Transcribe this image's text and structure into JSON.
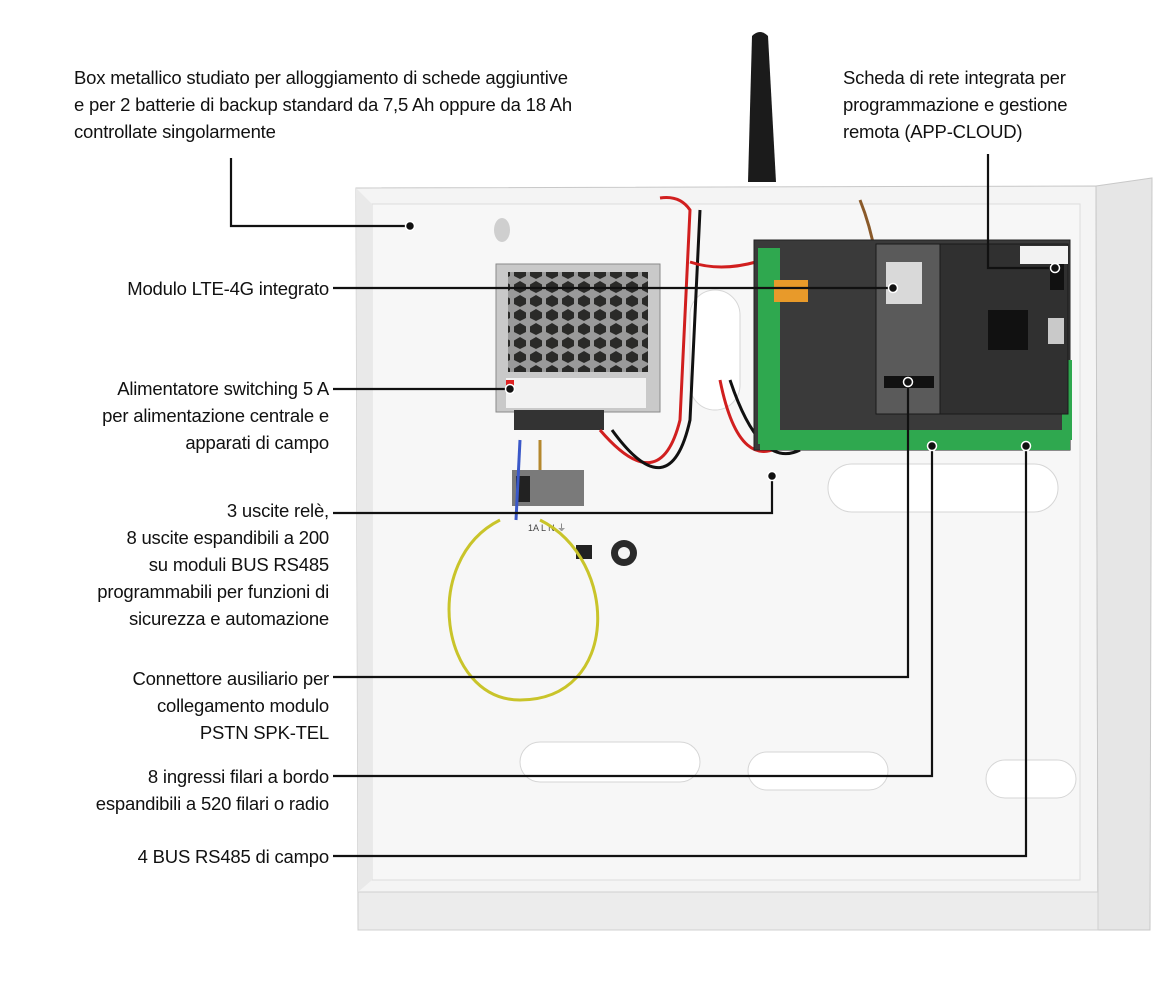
{
  "callouts": {
    "box": "Box metallico studiato per alloggiamento di schede aggiuntive\ne per 2 batterie di backup standard da 7,5 Ah oppure da 18 Ah\ncontrollate singolarmente",
    "network": "Scheda di rete integrata per\nprogrammazione e gestione\nremota (APP-CLOUD)",
    "lte": "Modulo LTE-4G integrato",
    "psu": "Alimentatore switching 5 A\nper alimentazione centrale e\napparati di campo",
    "relay": "3 uscite relè,\n8 uscite espandibili a 200\nsu moduli BUS RS485\nprogrammabili per funzioni di\nsicurezza e automazione",
    "aux": "Connettore ausiliario per\ncollegamento modulo\nPSTN SPK-TEL",
    "inputs": "8 ingressi filari a bordo\nespandibili a 520 filari o radio",
    "bus": "4 BUS RS485 di campo"
  },
  "terminal_marks": "1A  L  N  ⏚"
}
